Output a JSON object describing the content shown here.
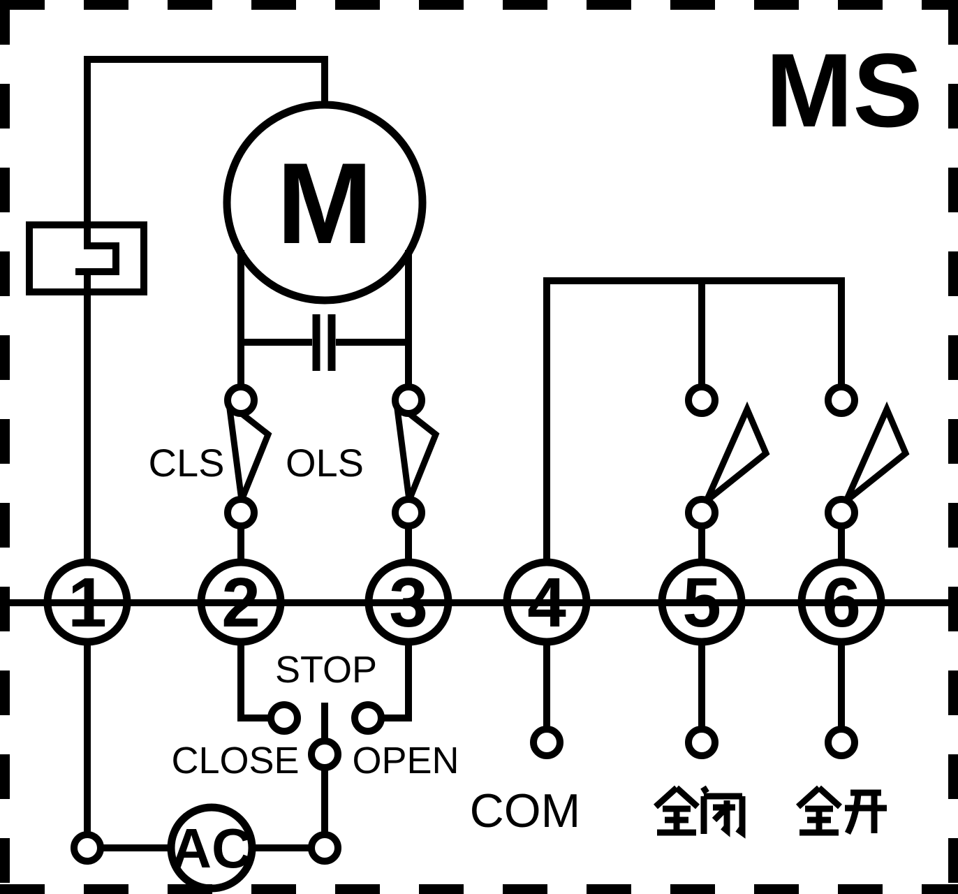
{
  "diagram": {
    "model_label": "MS",
    "motor": "M",
    "power_source": "AC",
    "terminals": [
      "1",
      "2",
      "3",
      "4",
      "5",
      "6"
    ],
    "limit_switches": {
      "close_limit": "CLS",
      "open_limit": "OLS"
    },
    "pushbuttons": {
      "stop": "STOP",
      "close": "CLOSE",
      "open": "OPEN"
    },
    "signal_labels": {
      "common": "COM",
      "fully_closed": "全闭",
      "fully_open": "全开"
    },
    "colors": {
      "line": "#000000",
      "background": "#ffffff"
    }
  }
}
